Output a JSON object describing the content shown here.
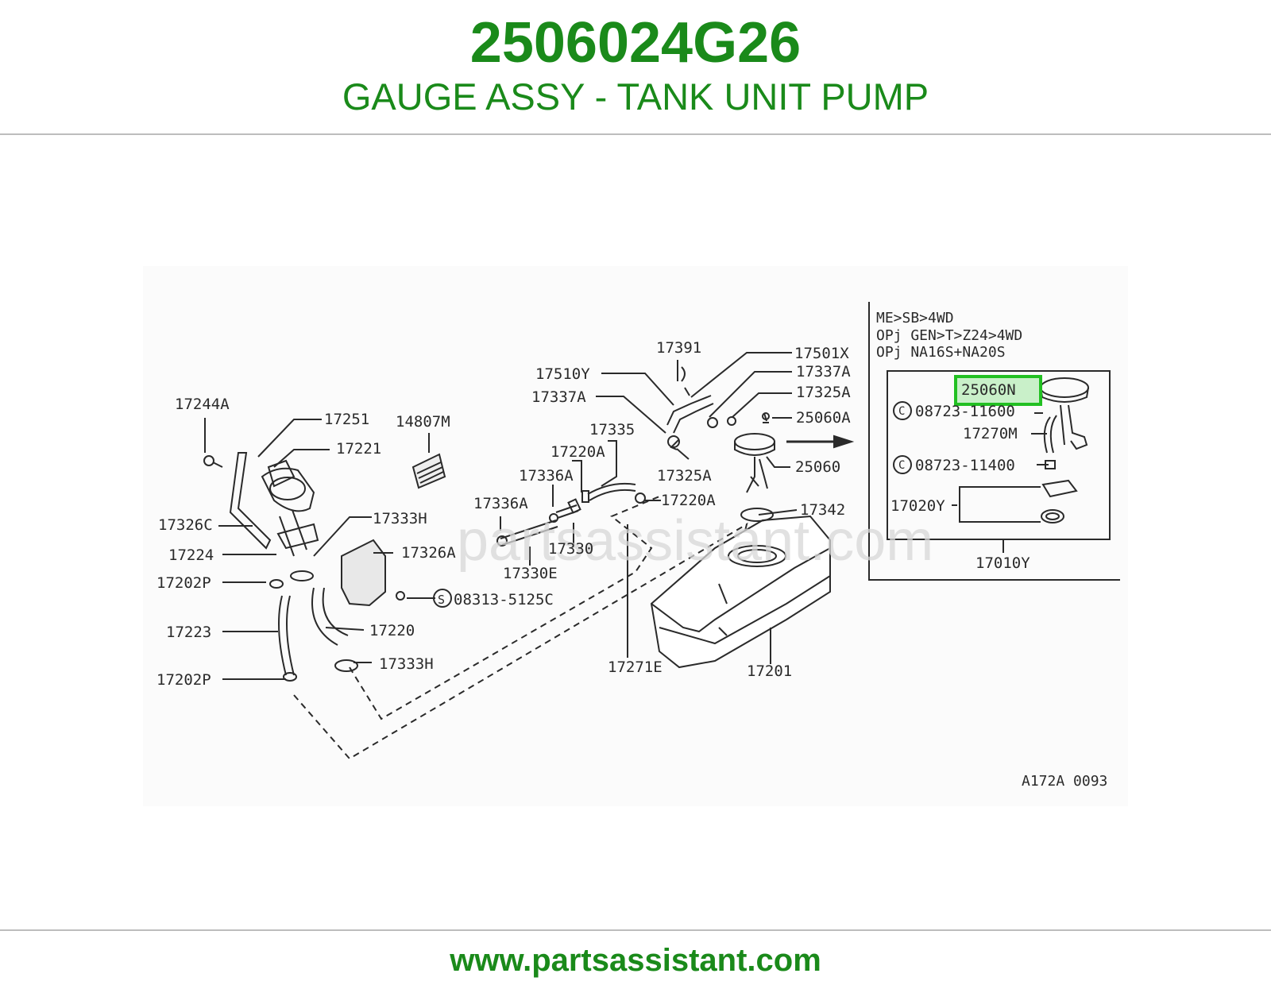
{
  "header": {
    "part_number": "2506024G26",
    "description": "GAUGE ASSY - TANK UNIT PUMP"
  },
  "diagram": {
    "watermark": "partsassistant.com",
    "figure_code": "A172A 0093",
    "labels": {
      "l17391": "17391",
      "l17501X": "17501X",
      "l17510Y": "17510Y",
      "l17337A_r": "17337A",
      "l17337A_l": "17337A",
      "l17325A_r": "17325A",
      "l25060A": "25060A",
      "l17335": "17335",
      "l17220A_t": "17220A",
      "l17325A_b": "17325A",
      "l25060": "25060",
      "l17336A_a": "17336A",
      "l17336A_b": "17336A",
      "l17220A_r": "17220A",
      "l17342": "17342",
      "l17330": "17330",
      "l17330E": "17330E",
      "l17271E": "17271E",
      "l17201": "17201",
      "l17244A": "17244A",
      "l17251": "17251",
      "l14807M": "14807M",
      "l17221": "17221",
      "l17326C": "17326C",
      "l17333H_t": "17333H",
      "l17224": "17224",
      "l17326A": "17326A",
      "l17202P_t": "17202P",
      "l08313": "08313-5125C",
      "l17223": "17223",
      "l17220": "17220",
      "l17333H_b": "17333H",
      "l17202P_b": "17202P",
      "s_mark": "S"
    },
    "inset": {
      "line1": "ME>SB>4WD",
      "line2": "OPj GEN>T>Z24>4WD",
      "line3": "OPj NA16S+NA20S",
      "highlight": "25060N",
      "c1": "08723-11600",
      "l17270M": "17270M",
      "c2": "08723-11400",
      "l17020Y": "17020Y",
      "l17010Y": "17010Y",
      "c_mark": "C"
    }
  },
  "footer": {
    "url": "www.partsassistant.com"
  },
  "colors": {
    "brand_green": "#1a8a1a",
    "highlight_green": "#22c022",
    "line_art": "#2a2a2a"
  }
}
